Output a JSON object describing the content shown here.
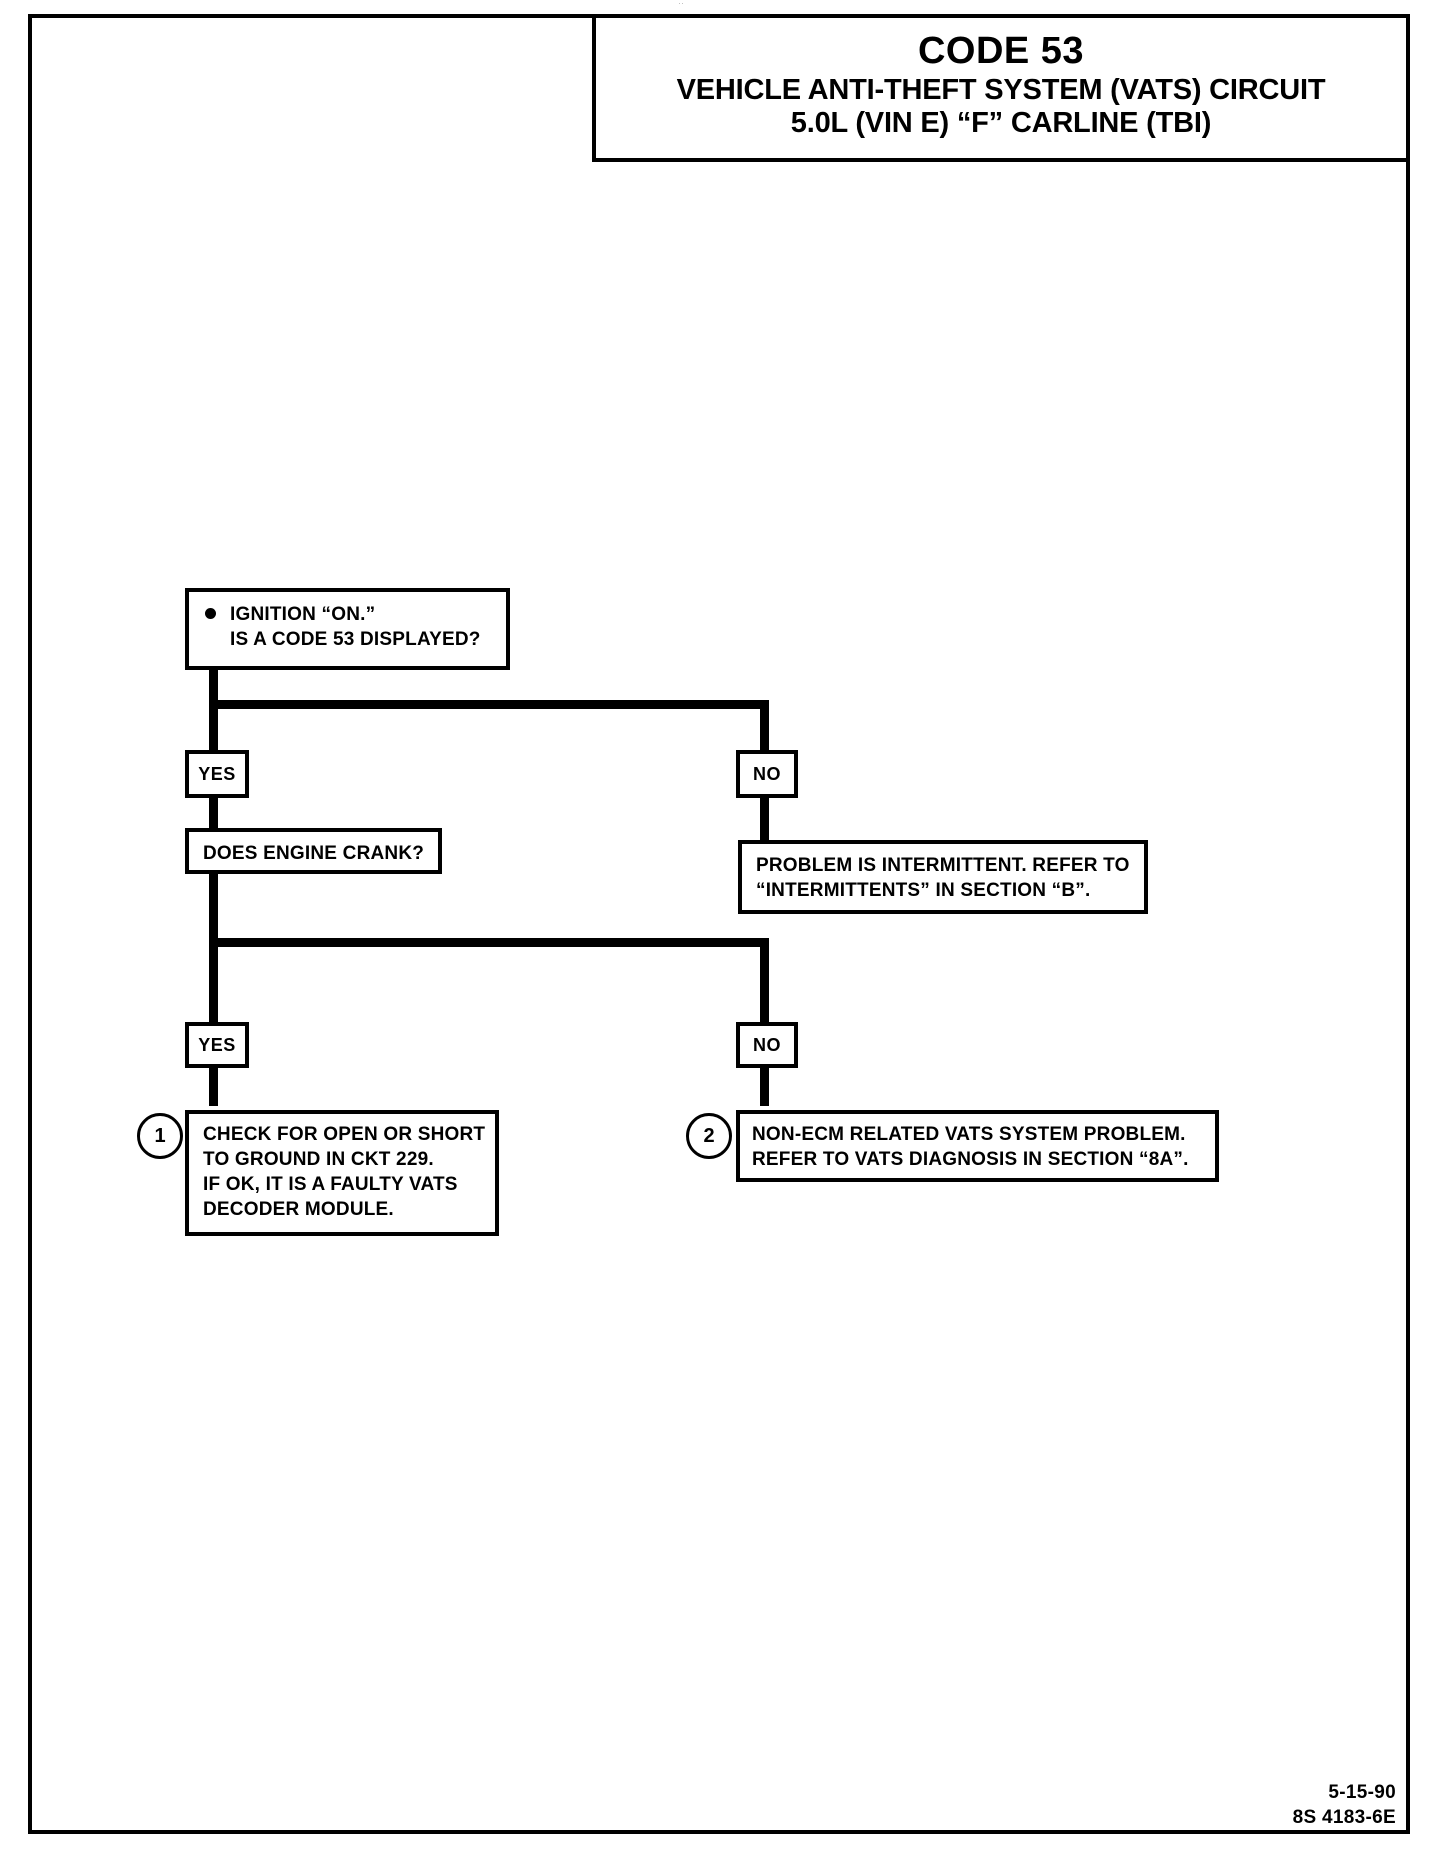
{
  "page": {
    "scan_mark": "··",
    "footer": {
      "date": "5-15-90",
      "doc_id": "8S 4183-6E"
    }
  },
  "title": {
    "code": "CODE 53",
    "line1": "VEHICLE ANTI-THEFT SYSTEM (VATS) CIRCUIT",
    "line2": "5.0L (VIN E)  “F”  CARLINE  (TBI)"
  },
  "flowchart": {
    "type": "diagnostic-flowchart",
    "nodes": [
      {
        "id": "start",
        "kind": "question",
        "lines": [
          "IGNITION “ON.”",
          "IS A CODE 53 DISPLAYED?"
        ],
        "bulleted_first_line": true
      },
      {
        "id": "branch1_yes",
        "kind": "branch-label",
        "label": "YES"
      },
      {
        "id": "branch1_no",
        "kind": "branch-label",
        "label": "NO"
      },
      {
        "id": "crank",
        "kind": "question",
        "lines": [
          "DOES ENGINE CRANK?"
        ]
      },
      {
        "id": "intermittent",
        "kind": "action",
        "lines": [
          "PROBLEM IS INTERMITTENT.  REFER TO",
          "“INTERMITTENTS” IN SECTION “B”."
        ]
      },
      {
        "id": "branch2_yes",
        "kind": "branch-label",
        "label": "YES"
      },
      {
        "id": "branch2_no",
        "kind": "branch-label",
        "label": "NO"
      },
      {
        "id": "step1",
        "kind": "action",
        "step_number": "1",
        "lines": [
          "CHECK FOR OPEN OR SHORT",
          "TO GROUND IN CKT 229.",
          "IF OK, IT IS A FAULTY VATS",
          "DECODER MODULE."
        ]
      },
      {
        "id": "step2",
        "kind": "action",
        "step_number": "2",
        "lines": [
          "NON-ECM RELATED VATS SYSTEM PROBLEM.",
          "REFER TO VATS DIAGNOSIS IN SECTION “8A”."
        ]
      }
    ]
  }
}
